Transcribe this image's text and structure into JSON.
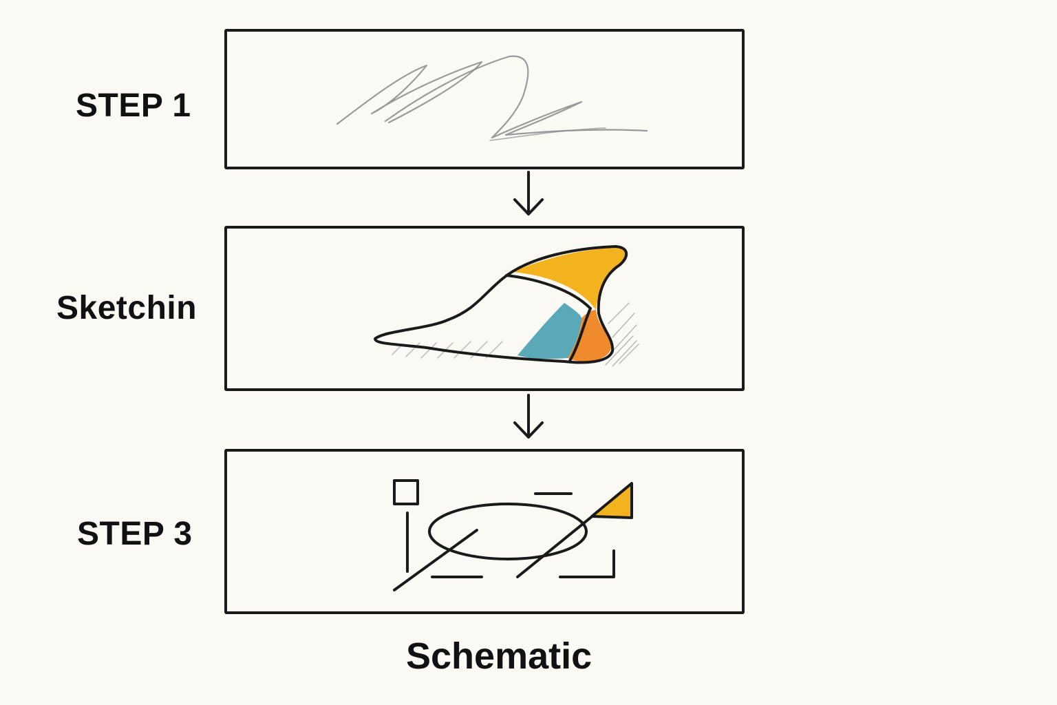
{
  "steps": [
    {
      "label": "STEP 1"
    },
    {
      "label": "Sketchin"
    },
    {
      "label": "STEP 3"
    }
  ],
  "caption": "Schematic",
  "colors": {
    "background": "#fbf9f4",
    "stroke": "#1a1a1a",
    "pencil": "#8a8a8a",
    "yellow": "#f2b31f",
    "orange": "#ef8a2d",
    "teal": "#5aa9b8"
  },
  "icons": [
    "arrow-down-icon",
    "arrow-down-icon"
  ]
}
